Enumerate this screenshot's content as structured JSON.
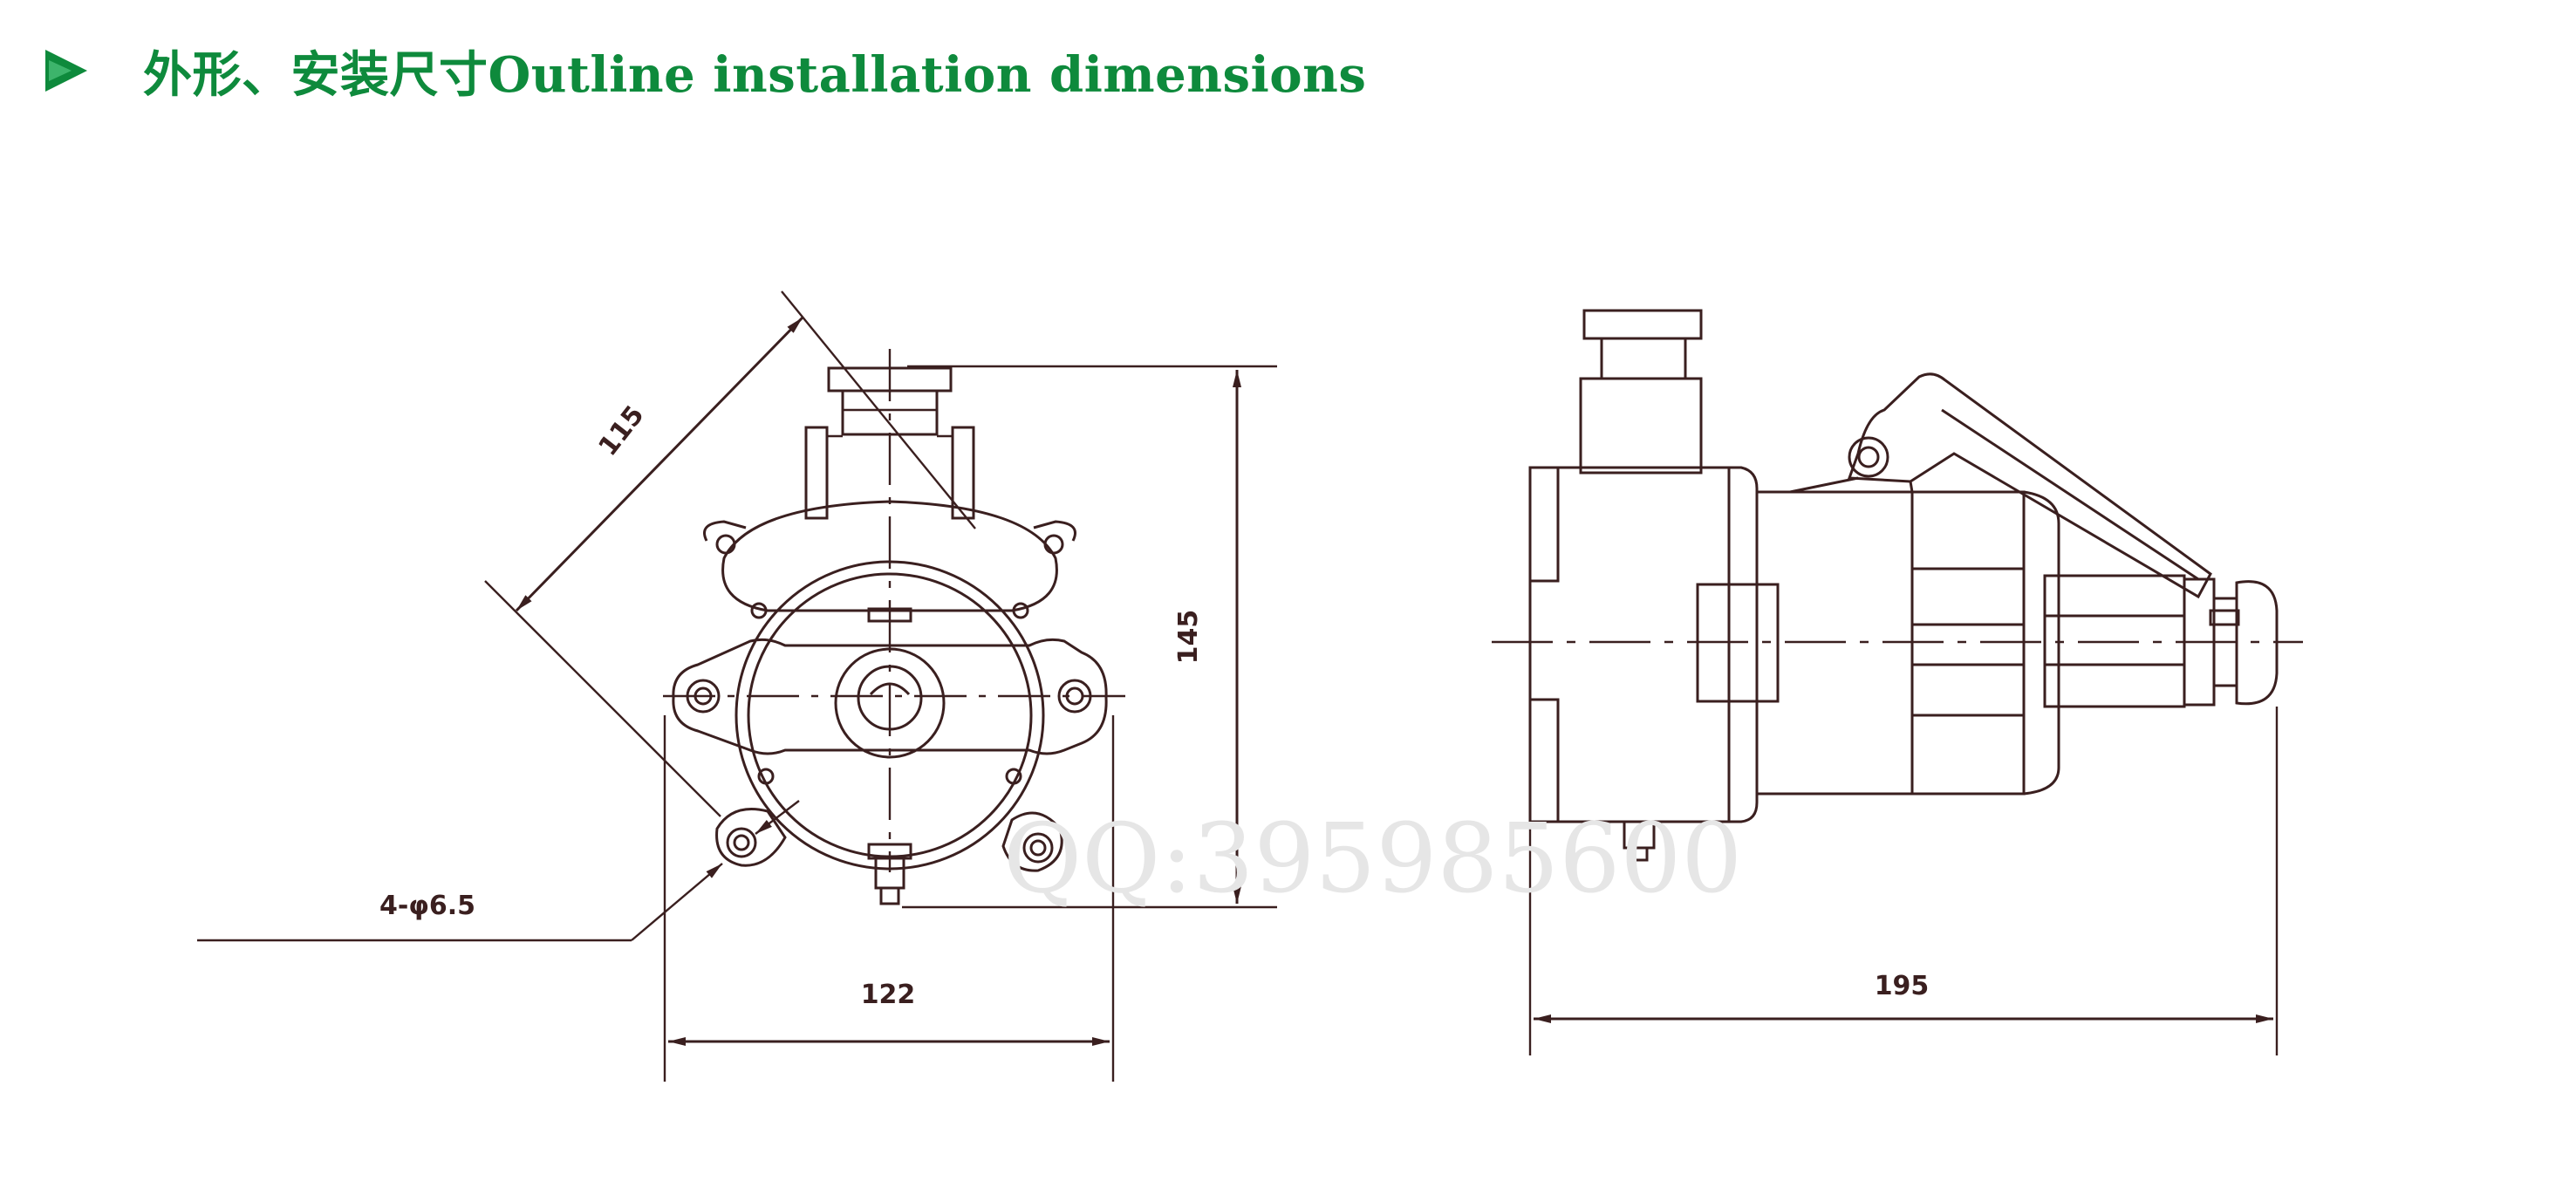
{
  "header": {
    "title": "外形、安装尺寸Outline installation dimensions",
    "accent_color": "#0e8a3c",
    "icon": "play-triangle-icon"
  },
  "front_view": {
    "dim_diagonal": "115",
    "dim_height": "145",
    "dim_width": "122",
    "dim_holes": "4-φ6.5"
  },
  "side_view": {
    "dim_length": "195"
  },
  "watermark": {
    "text": "QQ:395985600"
  }
}
